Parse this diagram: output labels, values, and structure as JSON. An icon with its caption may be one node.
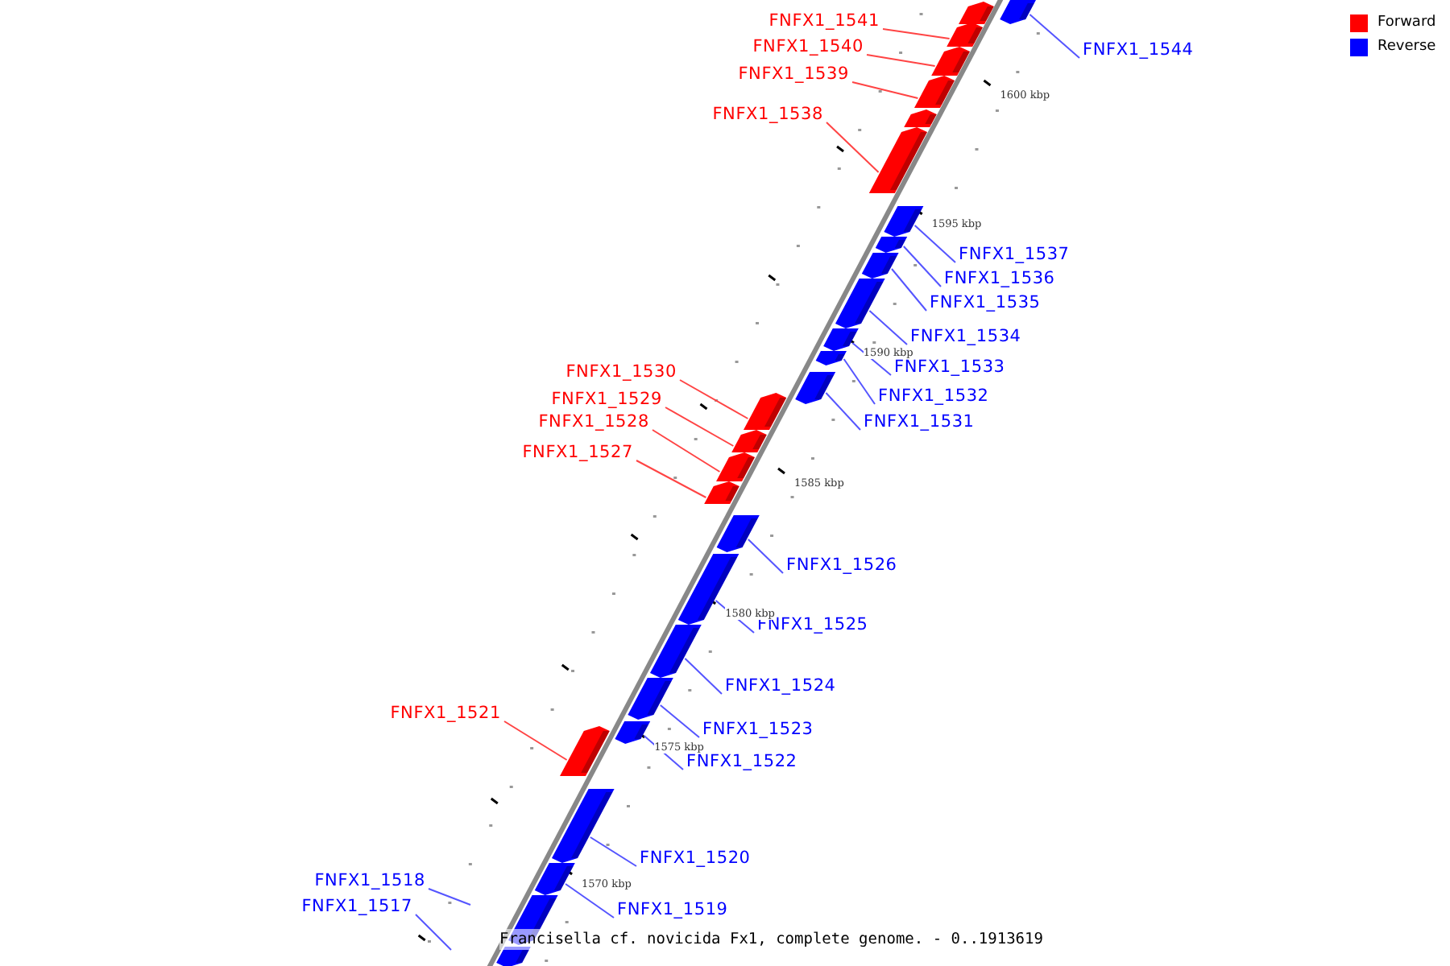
{
  "diagram": {
    "caption": "Francisella cf. novicida Fx1, complete genome. - 0..1913619",
    "nodes": [
      {
        "text": [
          "FNFX1_1541"
        ]
      },
      {
        "text": [
          "FNFX1_1540"
        ]
      },
      {
        "text": [
          "FNFX1_1539"
        ]
      },
      {
        "text": [
          "FNFX1_1538"
        ]
      },
      {
        "text": [
          "FNFX1_1544"
        ]
      },
      {
        "text": [
          "FNFX1_1537"
        ]
      },
      {
        "text": [
          "FNFX1_1536"
        ]
      },
      {
        "text": [
          "FNFX1_1535"
        ]
      },
      {
        "text": [
          "FNFX1_1534"
        ]
      },
      {
        "text": [
          "FNFX1_1533"
        ]
      },
      {
        "text": [
          "FNFX1_1532"
        ]
      },
      {
        "text": [
          "FNFX1_1531"
        ]
      },
      {
        "text": [
          "FNFX1_1530"
        ]
      },
      {
        "text": [
          "FNFX1_1529"
        ]
      },
      {
        "text": [
          "FNFX1_1528"
        ]
      },
      {
        "text": [
          "FNFX1_1527"
        ]
      },
      {
        "text": [
          "FNFX1_1526"
        ]
      },
      {
        "text": [
          "FNFX1_1525"
        ]
      },
      {
        "text": [
          "FNFX1_1524"
        ]
      },
      {
        "text": [
          "FNFX1_1523"
        ]
      },
      {
        "text": [
          "FNFX1_1522"
        ]
      },
      {
        "text": [
          "FNFX1_1521"
        ]
      },
      {
        "text": [
          "FNFX1_1520"
        ]
      },
      {
        "text": [
          "FNFX1_1519"
        ]
      },
      {
        "text": [
          "FNFX1_1518"
        ]
      },
      {
        "text": [
          "FNFX1_1517"
        ]
      },
      {
        "text": [],
        "shape": "box"
      },
      {
        "text": [],
        "shape": "box"
      },
      {
        "text": [],
        "shape": "box"
      },
      {
        "text": [],
        "shape": "box"
      },
      {
        "text": [],
        "shape": "box"
      },
      {
        "text": [],
        "shape": "box"
      },
      {
        "text": [],
        "shape": "box"
      },
      {
        "text": [],
        "shape": "box"
      },
      {
        "text": [],
        "shape": "box"
      },
      {
        "text": [],
        "shape": "box"
      },
      {
        "text": [],
        "shape": "box"
      },
      {
        "text": [],
        "shape": "box"
      },
      {
        "text": [],
        "shape": "box"
      },
      {
        "text": [],
        "shape": "box"
      },
      {
        "text": [],
        "shape": "box"
      },
      {
        "text": [],
        "shape": "box"
      },
      {
        "text": [],
        "shape": "box"
      },
      {
        "text": [],
        "shape": "box"
      },
      {
        "text": [],
        "shape": "box"
      },
      {
        "text": [],
        "shape": "box"
      },
      {
        "text": [],
        "shape": "box"
      },
      {
        "text": [],
        "shape": "box"
      },
      {
        "text": [],
        "shape": "box"
      },
      {
        "text": [],
        "shape": "box"
      },
      {
        "text": [],
        "shape": "box"
      },
      {
        "text": [],
        "shape": "box"
      },
      {
        "text": [],
        "shape": "box"
      },
      {
        "text": [],
        "shape": "box"
      }
    ],
    "edges": [
      {
        "from": 0,
        "to": 27,
        "arrow": "none",
        "color": "#ff4444"
      },
      {
        "from": 1,
        "to": 28,
        "arrow": "none",
        "color": "#ff4444"
      },
      {
        "from": 2,
        "to": 29,
        "arrow": "none",
        "color": "#ff4444"
      },
      {
        "from": 3,
        "to": 31,
        "arrow": "none",
        "color": "#ff4444"
      },
      {
        "from": 4,
        "to": 32,
        "arrow": "none"
      },
      {
        "from": 5,
        "to": 33,
        "arrow": "none"
      },
      {
        "from": 6,
        "to": 34,
        "arrow": "none"
      },
      {
        "from": 7,
        "to": 35,
        "arrow": "none"
      },
      {
        "from": 8,
        "to": 36,
        "arrow": "none"
      },
      {
        "from": 9,
        "to": 37,
        "arrow": "none"
      },
      {
        "from": 10,
        "to": 38,
        "arrow": "none"
      },
      {
        "from": 11,
        "to": 39,
        "arrow": "none"
      },
      {
        "from": 12,
        "to": 40,
        "arrow": "none",
        "color": "#ff4444"
      },
      {
        "from": 13,
        "to": 41,
        "arrow": "none",
        "color": "#ff4444"
      },
      {
        "from": 14,
        "to": 42,
        "arrow": "none",
        "color": "#ff4444"
      },
      {
        "from": 15,
        "to": 43,
        "arrow": "none",
        "color": "#ff4444"
      },
      {
        "from": 16,
        "to": 44,
        "arrow": "none"
      },
      {
        "from": 17,
        "to": 45,
        "arrow": "none"
      },
      {
        "from": 18,
        "to": 46,
        "arrow": "none"
      },
      {
        "from": 19,
        "to": 47,
        "arrow": "none"
      },
      {
        "from": 20,
        "to": 48,
        "arrow": "none"
      },
      {
        "from": 21,
        "to": 49,
        "arrow": "none",
        "color": "#ff4444"
      },
      {
        "from": 22,
        "to": 50,
        "arrow": "none"
      },
      {
        "from": 23,
        "to": 51,
        "arrow": "none"
      },
      {
        "from": 24,
        "to": null,
        "arrow": "none"
      },
      {
        "from": 25,
        "to": null,
        "arrow": "none"
      }
    ],
    "labels": [
      "1600 kbp",
      "1595 kbp",
      "1590 kbp",
      "1585 kbp",
      "1580 kbp",
      "1575 kbp",
      "1570 kbp"
    ],
    "legend": [
      {
        "text": "Forward",
        "color": "#ff0000"
      },
      {
        "text": "Reverse",
        "color": "#0000ff"
      }
    ]
  }
}
